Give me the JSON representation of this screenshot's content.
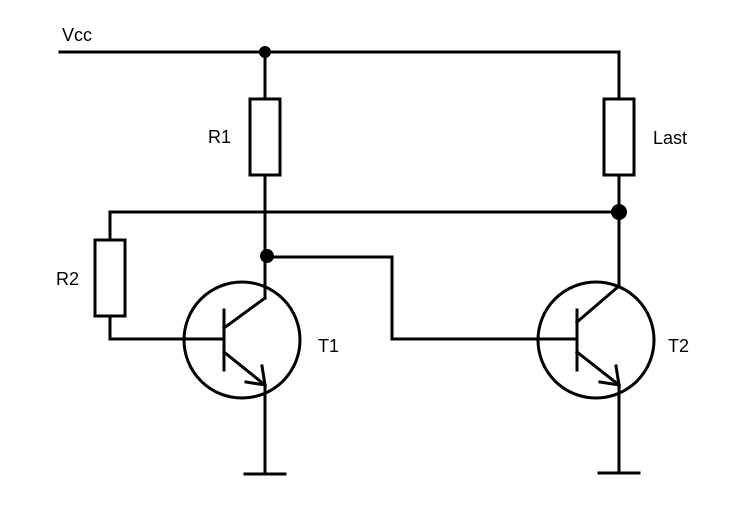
{
  "labels": {
    "vcc": "Vcc",
    "r1": "R1",
    "r2": "R2",
    "load": "Last",
    "t1": "T1",
    "t2": "T2"
  },
  "colors": {
    "line": "#000000",
    "background": "#ffffff"
  }
}
